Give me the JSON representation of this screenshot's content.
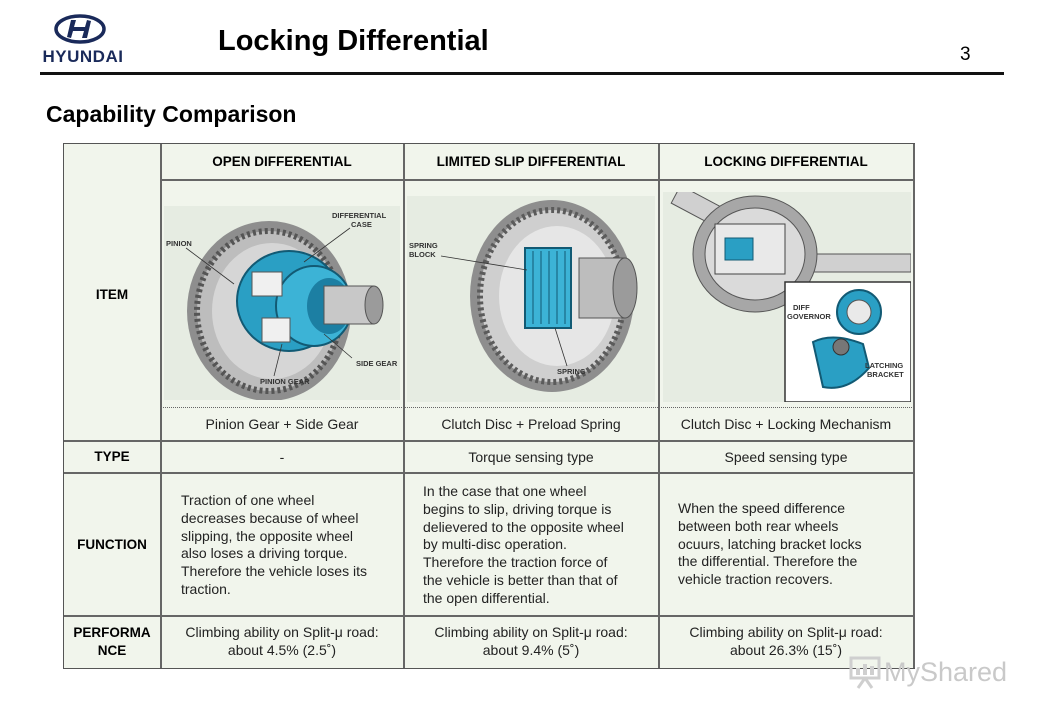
{
  "header": {
    "brand": "HYUNDAI",
    "title": "Locking Differential",
    "page_number": "3"
  },
  "subtitle": "Capability Comparison",
  "table": {
    "columns": [
      "OPEN DIFFERENTIAL",
      "LIMITED SLIP DIFFERENTIAL",
      "LOCKING DIFFERENTIAL"
    ],
    "row_labels": {
      "item": "ITEM",
      "type": "TYPE",
      "function": "FUNCTION",
      "performance_line1": "PERFORMA",
      "performance_line2": "NCE"
    },
    "item_components": [
      "Pinion Gear + Side Gear",
      "Clutch Disc + Preload Spring",
      "Clutch Disc + Locking Mechanism"
    ],
    "image_labels": {
      "open": [
        "PINION",
        "DIFFERENTIAL",
        "CASE",
        "PINION GEAR",
        "SIDE GEAR"
      ],
      "lsd": [
        "SPRING",
        "BLOCK",
        "SPRING"
      ],
      "locking": [
        "DIFF",
        "GOVERNOR",
        "LATCHING",
        "BRACKET"
      ]
    },
    "type": [
      "-",
      "Torque sensing type",
      "Speed sensing type"
    ],
    "function": [
      [
        "Traction  of one wheel",
        "decreases because of wheel",
        "slipping, the opposite wheel",
        "also loses a driving torque.",
        "Therefore the vehicle loses its",
        "traction."
      ],
      [
        "In the case that one wheel",
        "begins to slip, driving torque is",
        "delievered to the opposite wheel",
        "by multi-disc operation.",
        "Therefore the traction force of",
        "the vehicle is better than that of",
        "the open differential."
      ],
      [
        "When the speed difference",
        "between both rear wheels",
        "ocuurs, latching bracket locks",
        "the differential. Therefore the",
        "vehicle traction recovers."
      ]
    ],
    "performance": [
      [
        "Climbing ability on Split-μ road:",
        "about 4.5% (2.5˚)"
      ],
      [
        "Climbing ability on Split-μ road:",
        "about  9.4%  (5˚)"
      ],
      [
        "Climbing ability on Split-μ road:",
        "about  26.3%  (15˚)"
      ]
    ]
  },
  "watermark": "MyShared",
  "colors": {
    "brand_navy": "#1a2a5a",
    "table_bg": "#f1f5ec",
    "part_blue": "#2a9fc4",
    "grey_metal": "#9a9a9a"
  }
}
